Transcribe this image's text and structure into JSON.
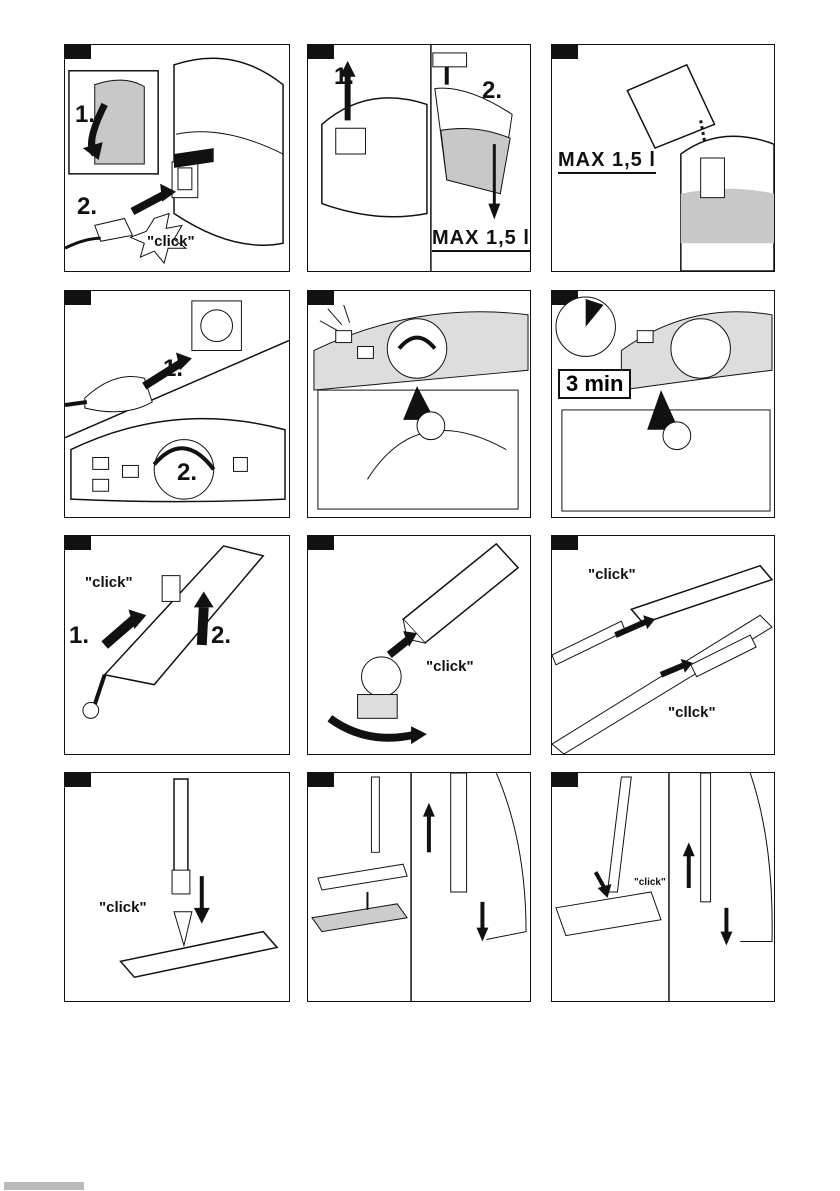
{
  "labels": {
    "step1": "1.",
    "step2": "2.",
    "click": "\"click\"",
    "click_alt": "\"cllck\"",
    "click_small": "\"click\"",
    "max_fill": "MAX 1,5 l",
    "max_small": "MAX",
    "wait_time": "3 min"
  },
  "colors": {
    "ink": "#111111",
    "water": "#c8c8c8",
    "badge": "#111111"
  }
}
